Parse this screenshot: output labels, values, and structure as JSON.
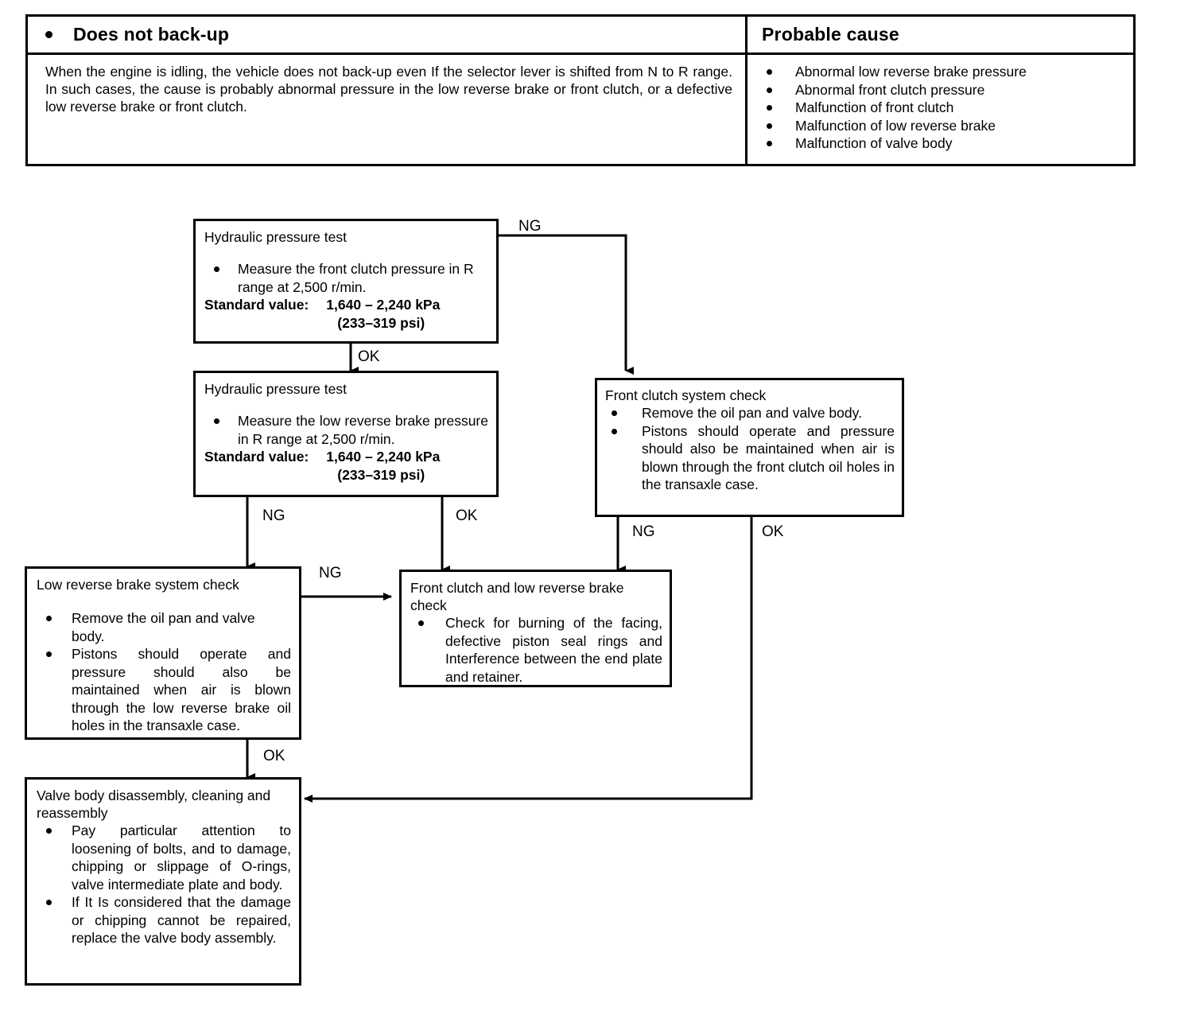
{
  "table": {
    "header_left": "Does not back-up",
    "header_right": "Probable cause",
    "description": "When the engine is idling, the vehicle does not back-up even If the selector lever is shifted from N to R range.  In such cases, the cause is probably abnormal pressure in the low reverse brake or front clutch, or a defective low reverse brake or front clutch.",
    "causes": [
      "Abnormal low reverse brake pressure",
      "Abnormal front clutch pressure",
      "Malfunction of front clutch",
      "Malfunction of low reverse brake",
      "Malfunction of valve body"
    ]
  },
  "flow": {
    "box1": {
      "title": "Hydraulic pressure test",
      "bullets": [
        "Measure the front clutch pressure in R range at 2,500 r/min."
      ],
      "std_label": "Standard value:",
      "std_value_1": "1,640 – 2,240 kPa",
      "std_value_2": "(233–319 psi)"
    },
    "box2": {
      "title": "Hydraulic pressure test",
      "bullets": [
        "Measure the low reverse brake pressure in R range at 2,500 r/min."
      ],
      "std_label": "Standard value:",
      "std_value_1": "1,640 – 2,240 kPa",
      "std_value_2": "(233–319 psi)"
    },
    "box3": {
      "title": "Front clutch system check",
      "bullets": [
        "Remove the oil pan and valve body.",
        "Pistons should operate and pressure should also be maintained when air is blown through the front clutch oil holes in the transaxle case."
      ]
    },
    "box4": {
      "title": "Low reverse brake system check",
      "bullets": [
        "Remove the oil pan and valve body.",
        "Pistons should operate and pressure should also be maintained when air is blown through the low reverse brake oil holes in the transaxle case."
      ]
    },
    "box5": {
      "title": "Front clutch and low reverse brake check",
      "bullets": [
        "Check for burning of the facing, defective piston seal rings and Interference between the end plate and retainer."
      ]
    },
    "box6": {
      "title": "Valve body disassembly, cleaning and reassembly",
      "bullets": [
        "Pay particular attention to loosening of bolts, and to damage, chipping or slippage of O-rings, valve intermediate plate and body.",
        "If It Is considered that the damage or chipping cannot be repaired, replace the valve body assembly."
      ]
    },
    "labels": {
      "ng1": "NG",
      "ok1": "OK",
      "ng2": "NG",
      "ok2": "OK",
      "ng3": "NG",
      "ok3": "OK",
      "ng4": "NG",
      "ok4": "OK"
    }
  },
  "colors": {
    "ink": "#000000",
    "paper": "#ffffff"
  }
}
